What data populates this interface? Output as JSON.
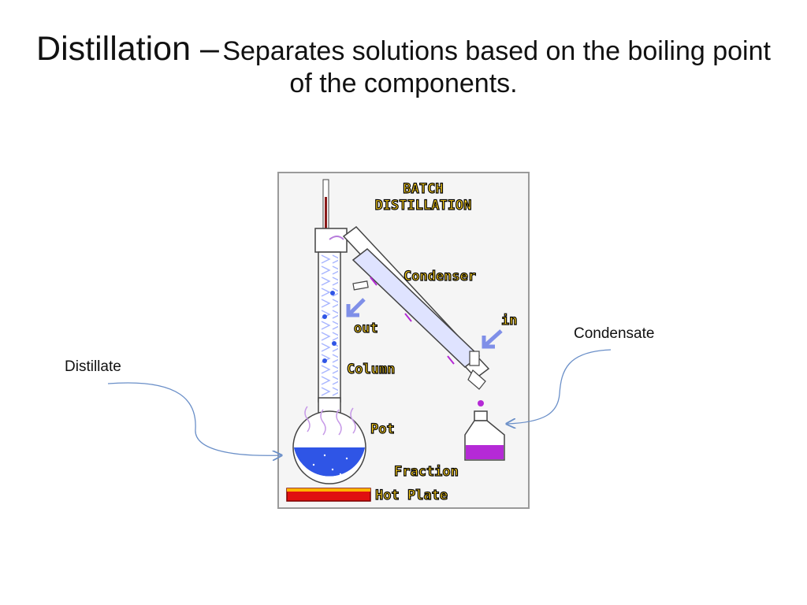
{
  "slide": {
    "title_main": "Distillation –",
    "title_sub": "Separates solutions based on the boiling point of the components."
  },
  "callouts": {
    "distillate": "Distillate",
    "condensate": "Condensate"
  },
  "diagram": {
    "heading_line1": "BATCH",
    "heading_line2": "DISTILLATION",
    "labels": {
      "condenser": "Condenser",
      "water_in": "in",
      "water_out": "out",
      "column": "Column",
      "pot": "Pot",
      "fraction": "Fraction",
      "hot_plate": "Hot Plate"
    }
  },
  "colors": {
    "label_fill": "#ffd21f",
    "label_outline": "#000000",
    "pot_liquid": "#2f55e6",
    "fraction_liquid": "#b52ad6",
    "arrow": "#7f8fe8",
    "hot_plate": "#e01010",
    "callout_line": "#6a8fc8"
  }
}
